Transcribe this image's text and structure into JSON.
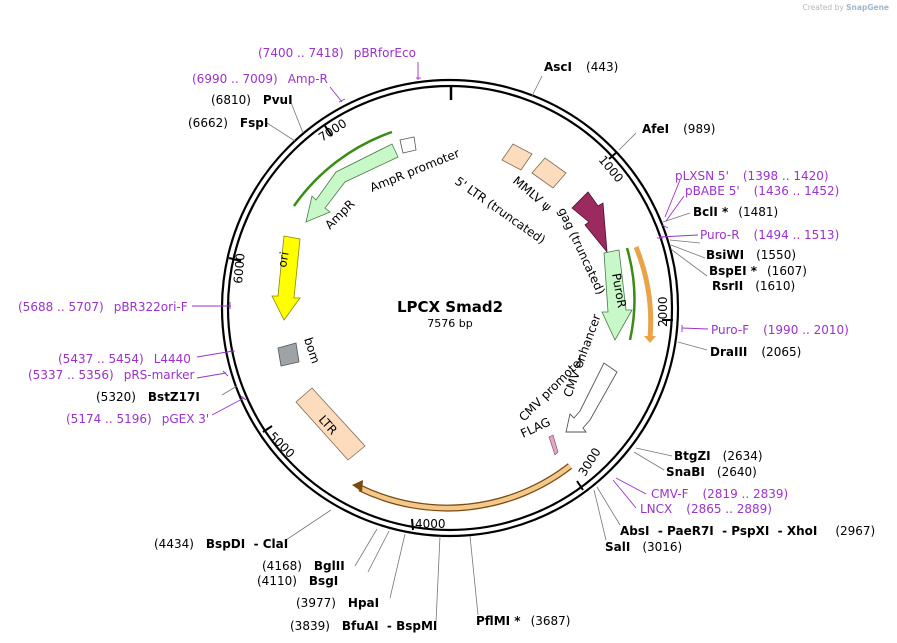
{
  "credit": {
    "prefix": "Created by",
    "brand": "SnapGene"
  },
  "plasmid": {
    "name": "LPCX Smad2",
    "size": "7576 bp"
  },
  "ticks": [
    "1000",
    "2000",
    "3000",
    "4000",
    "5000",
    "6000",
    "7000"
  ],
  "enzymes": [
    {
      "id": "ascI",
      "name": "AscI",
      "pos": "(443)"
    },
    {
      "id": "afeI",
      "name": "AfeI",
      "pos": "(989)"
    },
    {
      "id": "bclI",
      "name": "BclI *",
      "pos": "(1481)"
    },
    {
      "id": "bsiWI",
      "name": "BsiWI",
      "pos": "(1550)"
    },
    {
      "id": "bspEI",
      "name": "BspEI *",
      "pos": "(1607)"
    },
    {
      "id": "rsrII",
      "name": "RsrII",
      "pos": "(1610)"
    },
    {
      "id": "draIII",
      "name": "DraIII",
      "pos": "(2065)"
    },
    {
      "id": "btgZI",
      "name": "BtgZI",
      "pos": "(2634)"
    },
    {
      "id": "snaBI",
      "name": "SnaBI",
      "pos": "(2640)"
    },
    {
      "id": "absI",
      "name": "AbsI  - PaeR7I  - PspXI  - XhoI",
      "pos": "(2967)"
    },
    {
      "id": "salI",
      "name": "SalI",
      "pos": "(3016)"
    },
    {
      "id": "pflMI",
      "name": "PflMI *",
      "pos": "(3687)"
    },
    {
      "id": "bfuAI",
      "name": "BfuAI  - BspMI",
      "pos": "(3839)"
    },
    {
      "id": "hpaI",
      "name": "HpaI",
      "pos": "(3977)"
    },
    {
      "id": "bsgI",
      "name": "BsgI",
      "pos": "(4110)"
    },
    {
      "id": "bglII",
      "name": "BglII",
      "pos": "(4168)"
    },
    {
      "id": "bspDI",
      "name": "BspDI  - ClaI",
      "pos": "(4434)"
    },
    {
      "id": "bstZ17I",
      "name": "BstZ17I",
      "pos": "(5320)"
    },
    {
      "id": "fspI",
      "name": "FspI",
      "pos": "(6662)"
    },
    {
      "id": "pvuI",
      "name": "PvuI",
      "pos": "(6810)"
    }
  ],
  "primers": [
    {
      "id": "pbrforeco",
      "name": "pBRforEco",
      "range": "(7400 .. 7418)"
    },
    {
      "id": "ampr",
      "name": "Amp-R",
      "range": "(6990 .. 7009)"
    },
    {
      "id": "plxsn5",
      "name": "pLXSN 5'",
      "range": "(1398 .. 1420)"
    },
    {
      "id": "pbabe5",
      "name": "pBABE 5'",
      "range": "(1436 .. 1452)"
    },
    {
      "id": "puror",
      "name": "Puro-R",
      "range": "(1494 .. 1513)"
    },
    {
      "id": "purof",
      "name": "Puro-F",
      "range": "(1990 .. 2010)"
    },
    {
      "id": "cmvf",
      "name": "CMV-F",
      "range": "(2819 .. 2839)"
    },
    {
      "id": "lncx",
      "name": "LNCX",
      "range": "(2865 .. 2889)"
    },
    {
      "id": "pbr322orif",
      "name": "pBR322ori-F",
      "range": "(5688 .. 5707)"
    },
    {
      "id": "l4440",
      "name": "L4440",
      "range": "(5437 .. 5454)"
    },
    {
      "id": "prsmarker",
      "name": "pRS-marker",
      "range": "(5337 .. 5356)"
    },
    {
      "id": "pgex3",
      "name": "pGEX 3'",
      "range": "(5174 .. 5196)"
    }
  ],
  "features": {
    "ltr5": "5' LTR (truncated)",
    "mmlv": "MMLV ψ",
    "gag": "gag (truncated)",
    "puroR": "PuroR",
    "cmvEnhancer": "CMV enhancer",
    "cmvPromoter": "CMV promoter",
    "flag": "FLAG",
    "ltr": "LTR",
    "bom": "bom",
    "ori": "ori",
    "ampR": "AmpR",
    "ampRPromoter": "AmpR promoter"
  },
  "colors": {
    "primer": "#9a32cd",
    "ltr": "#fddcbd",
    "gag": "#9b2a5e",
    "puroR": "#c8f7c8",
    "ori": "#ffff00",
    "bom": "#9da3a6",
    "ampR": "#c8f7c8",
    "flag": "#e6a5c7",
    "orf_green": "#3a8c14",
    "orf_orange": "#e9a34a"
  }
}
